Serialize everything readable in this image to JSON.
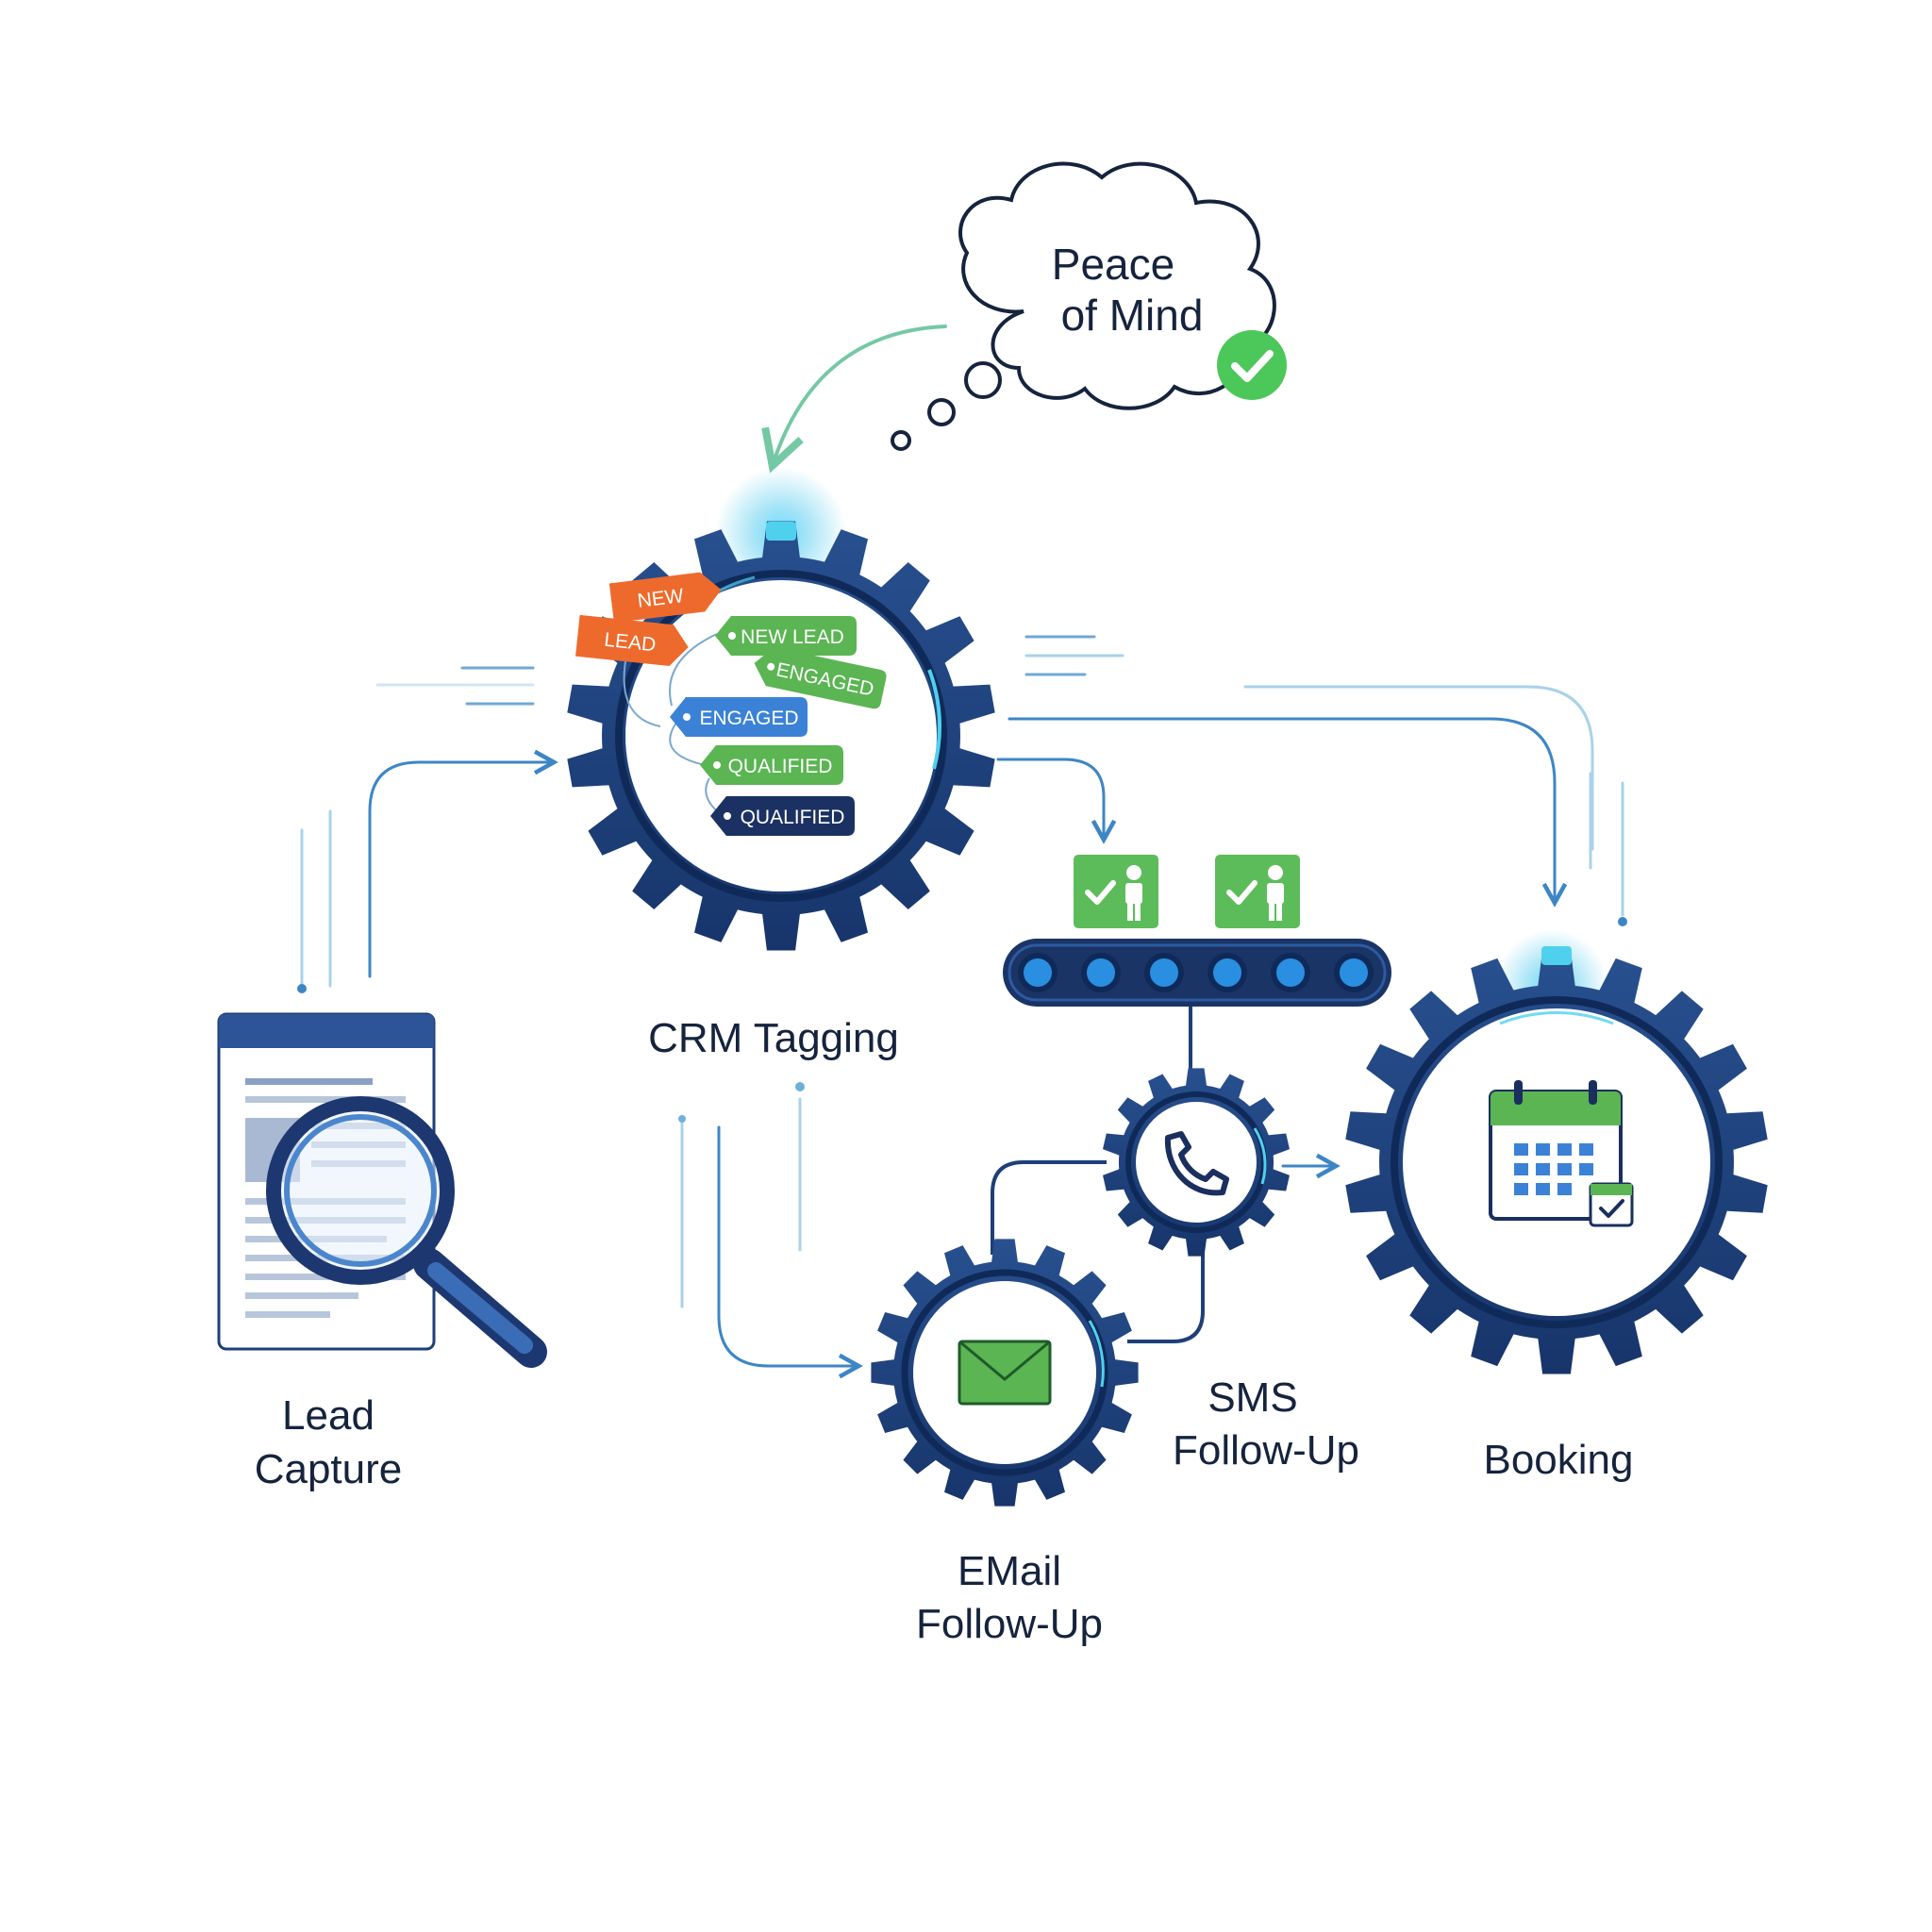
{
  "stages": {
    "lead_capture": [
      "Lead",
      "Capture"
    ],
    "crm_tagging": "CRM Tagging",
    "email_followup": [
      "EMail",
      "Follow-Up"
    ],
    "sms_followup": [
      "SMS",
      "Follow-Up"
    ],
    "booking": "Booking"
  },
  "thought_cloud": {
    "lines": [
      "Peace",
      "of Mind"
    ],
    "badge_icon": "check-icon"
  },
  "tags": {
    "orange": [
      "NEW",
      "LEAD"
    ],
    "green": [
      "NEW LEAD",
      "ENGAGED",
      "QUALIFIED"
    ],
    "blue": "ENGAGED",
    "navy": "QUALIFIED"
  },
  "icons": {
    "lead_capture": "document-magnifier-icon",
    "email": "envelope-icon",
    "sms": "phone-icon",
    "booking": "calendar-icon",
    "conveyor_items": [
      "approved-person-icon",
      "approved-person-icon"
    ]
  },
  "colors": {
    "gear": "#1e3f78",
    "gear_glow": "#4fd1ee",
    "flow_arrow": "#3d86c6",
    "check_green": "#4cc75a",
    "tag_orange": "#ee6a2c",
    "tag_green": "#5ab552",
    "tag_blue": "#3b82d6",
    "tag_navy": "#1c3163"
  }
}
